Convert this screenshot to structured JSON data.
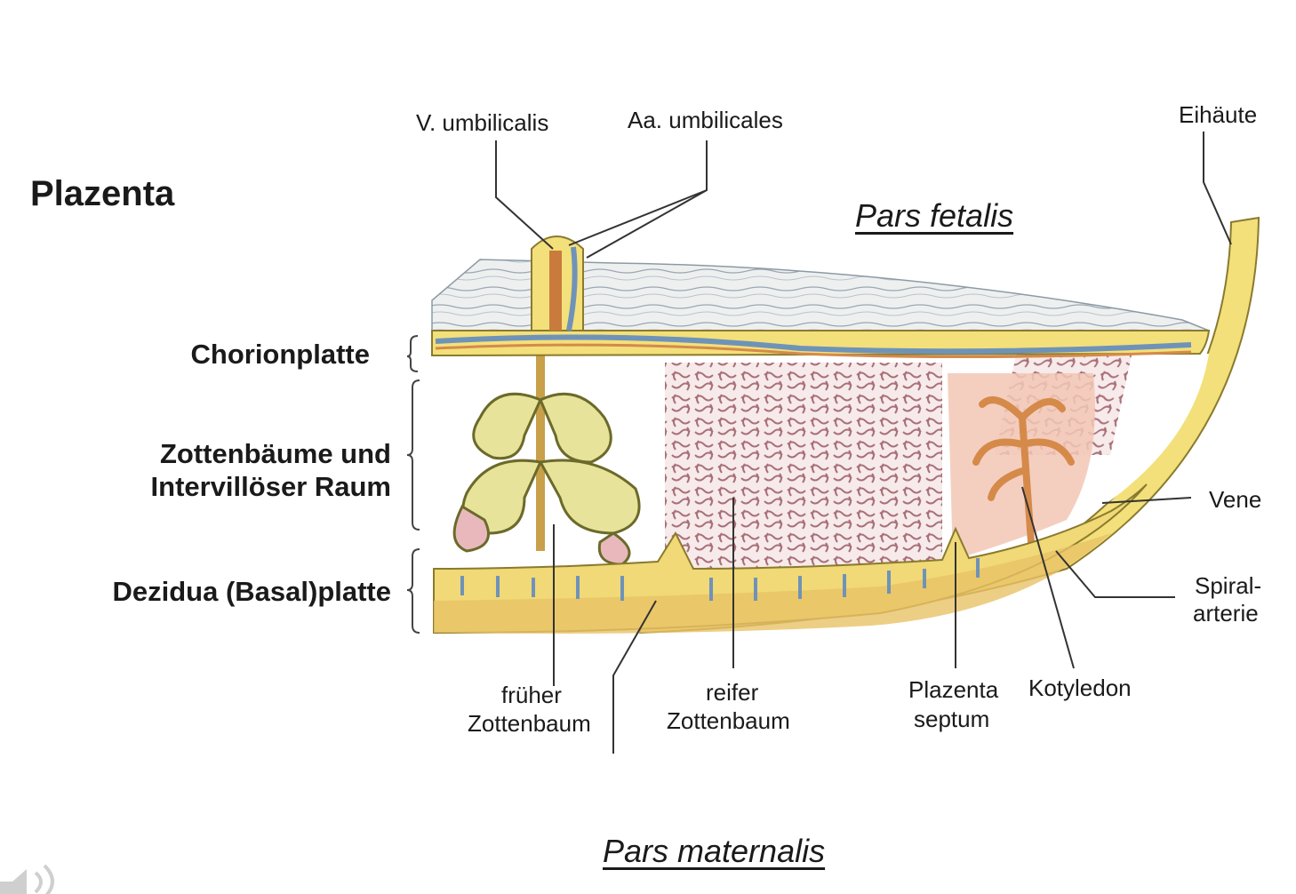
{
  "title": "Plazenta",
  "regions": {
    "fetal": "Pars fetalis",
    "maternal": "Pars maternalis"
  },
  "layer_labels": {
    "chorion": "Chorionplatte",
    "villi_line1": "Zottenbäume und",
    "villi_line2": "Intervillöser Raum",
    "decidua": "Dezidua (Basal)platte"
  },
  "structures": {
    "vein": "V. umbilicalis",
    "arteries": "Aa. umbilicales",
    "membranes": "Eihäute",
    "vene": "Vene",
    "spiral_line1": "Spiral-",
    "spiral_line2": "arterie",
    "early_tree_line1": "früher",
    "early_tree_line2": "Zottenbaum",
    "mature_tree_line1": "reifer",
    "mature_tree_line2": "Zottenbaum",
    "septum_line1": "Plazenta",
    "septum_line2": "septum",
    "cotyledon": "Kotyledon"
  },
  "colors": {
    "chorion_fill": "#f3e07a",
    "decidua_fill": "#f0d976",
    "villus_pink": "#e9b8bd",
    "villus_stroke": "#9a6a70",
    "early_villus": "#e8e39a",
    "vessel_blue": "#6f93b8",
    "vessel_orange": "#d58a4a",
    "membrane_fiber": "#cfd6dc"
  },
  "icons": {
    "speaker": "speaker-icon"
  }
}
